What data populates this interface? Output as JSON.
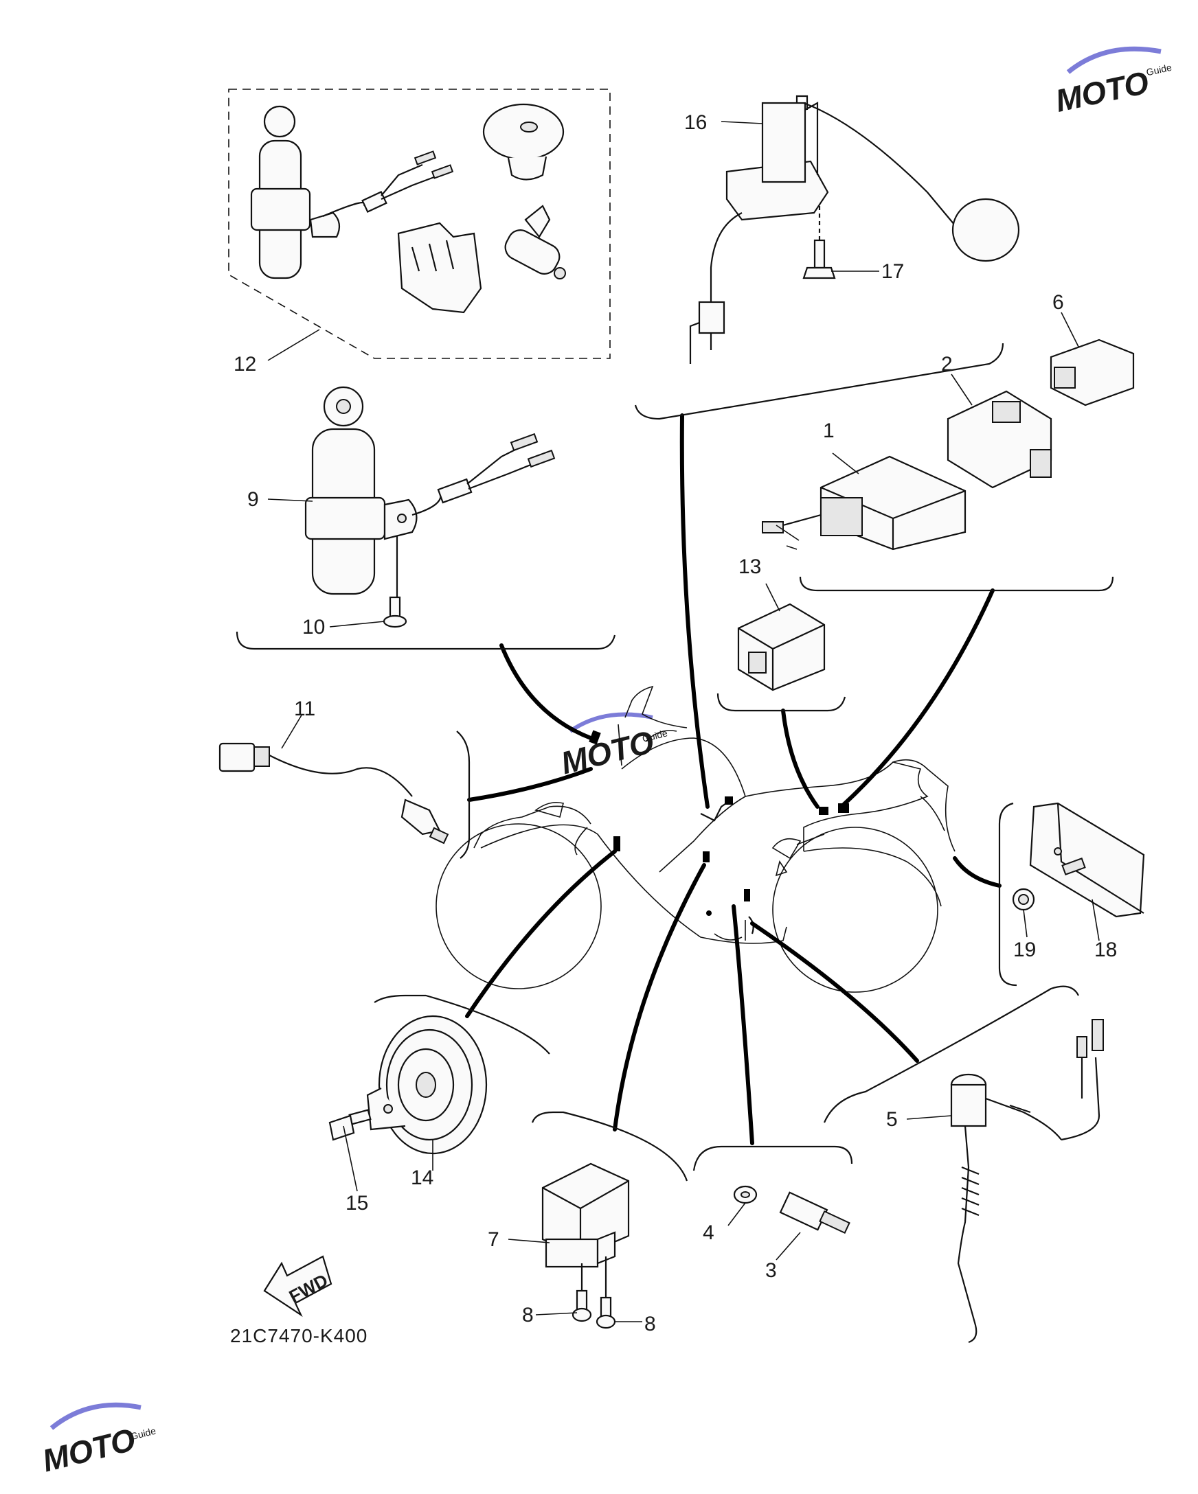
{
  "diagram": {
    "part_code": "21C7470-K400",
    "direction_label": "FWD",
    "callouts": [
      "1",
      "2",
      "3",
      "4",
      "5",
      "6",
      "7",
      "8",
      "8",
      "9",
      "10",
      "11",
      "12",
      "13",
      "14",
      "15",
      "16",
      "17",
      "18",
      "19"
    ]
  },
  "watermark": {
    "text": "MOTO",
    "subtext": "Guide",
    "color": "#e5394a"
  }
}
